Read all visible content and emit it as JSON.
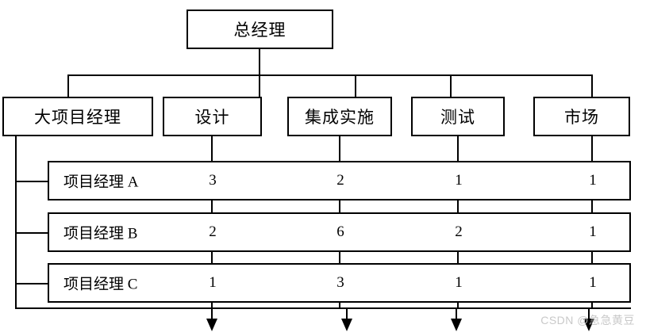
{
  "diagram": {
    "type": "matrix-organization-chart",
    "root": {
      "label": "总经理"
    },
    "departments": [
      {
        "label": "大项目经理",
        "is_project_axis": true
      },
      {
        "label": "设计"
      },
      {
        "label": "集成实施"
      },
      {
        "label": "测试"
      },
      {
        "label": "市场"
      }
    ],
    "project_rows": [
      {
        "label": "项目经理 A",
        "values": [
          "3",
          "2",
          "1",
          "1"
        ]
      },
      {
        "label": "项目经理 B",
        "values": [
          "2",
          "6",
          "2",
          "1"
        ]
      },
      {
        "label": "项目经理 C",
        "values": [
          "1",
          "3",
          "1",
          "1"
        ]
      }
    ],
    "resource_columns": [
      "设计",
      "集成实施",
      "测试",
      "市场"
    ],
    "flow_arrows": {
      "count": 4,
      "direction": "down"
    }
  },
  "watermark": {
    "text": "CSDN @急急黄豆"
  },
  "colors": {
    "stroke": "#000000",
    "background": "#ffffff",
    "watermark": "#c9c9c9"
  },
  "chart_data": {
    "type": "table",
    "title": "",
    "categories": [
      "设计",
      "集成实施",
      "测试",
      "市场"
    ],
    "series": [
      {
        "name": "项目经理 A",
        "values": [
          3,
          2,
          1,
          1
        ]
      },
      {
        "name": "项目经理 B",
        "values": [
          2,
          6,
          2,
          1
        ]
      },
      {
        "name": "项目经理 C",
        "values": [
          1,
          3,
          1,
          1
        ]
      }
    ],
    "xlabel": "",
    "ylabel": ""
  }
}
